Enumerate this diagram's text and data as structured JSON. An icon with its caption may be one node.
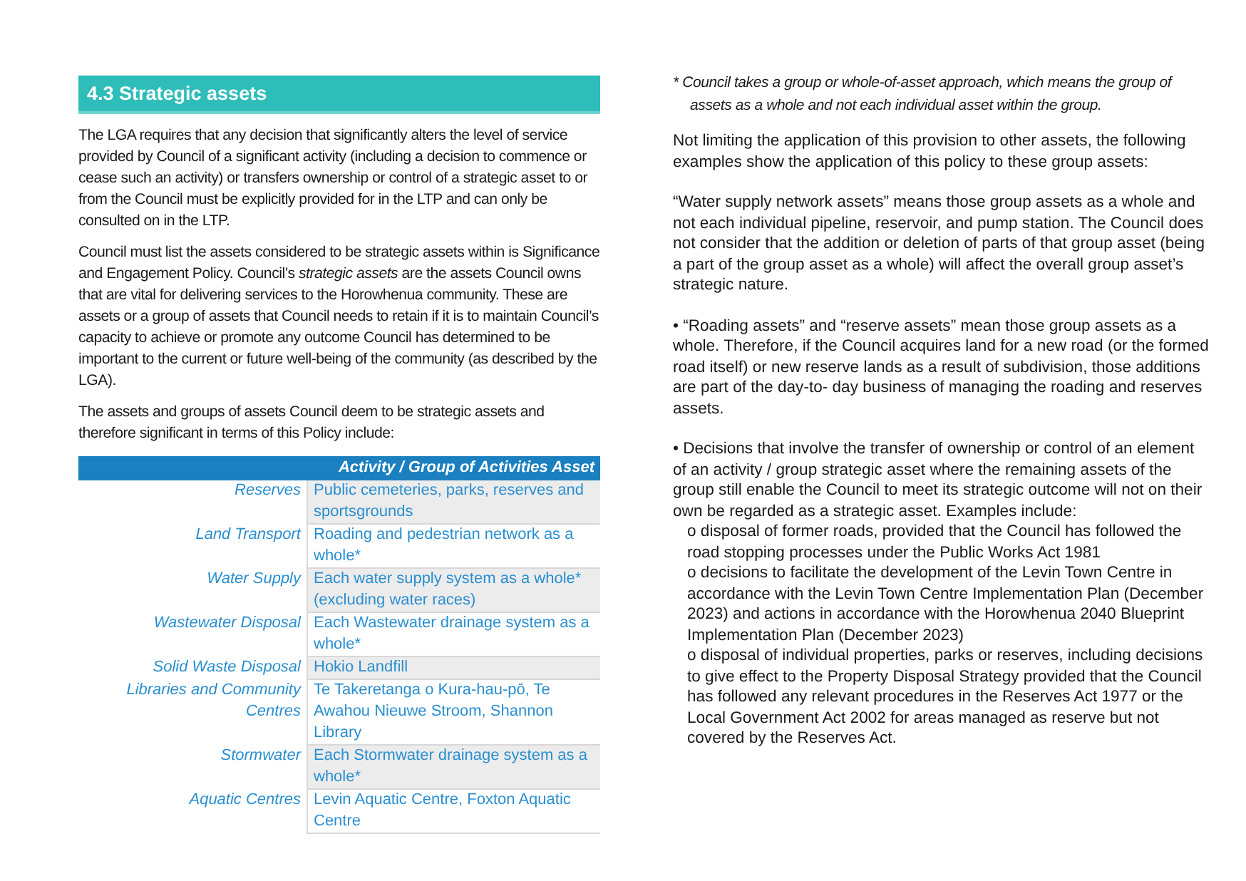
{
  "diagram": {
    "title": "4.3 Strategic assets",
    "labels": [
      "The LGA requires that any decision that significantly alters the level of service provided by Council of a significant activity (including a decision to commence or cease such an activity) or transfers ownership or control of a strategic asset to or from the Council must be explicitly provided for in the LTP and can only be consulted on in the LTP.",
      "Council must list the assets considered to be strategic assets within is Significance and Engagement Policy.  Council’s *strategic assets* are the assets Council owns that are vital for delivering services to the Horowhenua community.  These are assets or a group of assets that Council needs to retain if it is to maintain Council’s capacity to achieve or promote any outcome Council has determined to be important to the current or future well-being of the community (as described by the LGA).",
      "The assets and groups of assets Council deem to be strategic assets and therefore significant in terms of this Policy include:",
      "Activity / Group of Activities Asset",
      "Reserves",
      "Public cemeteries, parks, reserves and sportsgrounds",
      "Land Transport",
      "Roading and pedestrian network as a whole*",
      "Water Supply",
      "Each water supply system as a whole* (excluding water races)",
      "Wastewater Disposal",
      "Each Wastewater drainage system as a whole*",
      "Solid Waste Disposal",
      "Hokio Landfill",
      "Libraries and Community Centres",
      "Te Takeretanga o Kura-hau-pō, Te Awahou Nieuwe Stroom, Shannon Library",
      "Stormwater",
      "Each Stormwater drainage system as a whole*",
      "Aquatic Centres",
      "Levin Aquatic Centre, Foxton Aquatic Centre",
      "* Council takes a group or whole-of-asset approach, which means the group of assets as a whole and not each individual asset within the group.",
      "Not limiting the application of this provision to other assets, the following examples show the application of this policy to these group assets:",
      "“Water supply network assets” means those group assets as a whole and not each individual pipeline, reservoir, and pump station. The Council does not consider that the addition or deletion of parts of that group asset (being a part of the group asset as a whole) will affect the overall group asset’s strategic nature.",
      "• “Roading assets” and “reserve assets” mean those group assets as a whole. Therefore, if the Council acquires land for a new road (or the formed road itself) or new reserve lands as a result of subdivision, those additions are part of the day-to- day business of managing the roading and reserves assets.",
      "• Decisions that involve the transfer of ownership or control of an element of an activity / group strategic asset where the remaining assets of the group still enable the Council to meet its strategic outcome will not on their own be regarded as a strategic asset. Examples include:",
      "o disposal of former roads, provided that the Council has followed the road stopping processes under the Public Works Act 1981",
      "o decisions to facilitate the development of the Levin Town Centre in accordance with the Levin Town Centre Implementation Plan (December 2023) and actions in accordance with the Horowhenua 2040 Blueprint Implementation Plan (December 2023)",
      "o disposal of individual properties, parks or reserves, including decisions to give effect to the Property Disposal Strategy provided that the Council has followed any relevant procedures in the Reserves Act 1977 or the Local Government Act 2002 for areas managed as reserve but not covered by the Reserves Act."
    ]
  }
}
